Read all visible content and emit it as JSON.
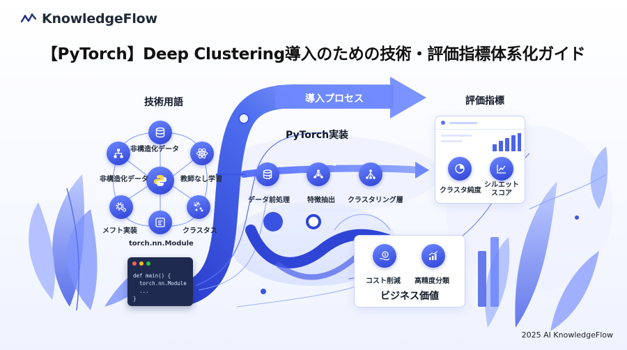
{
  "brand": {
    "name": "KnowledgeFlow",
    "logo_icon": "wave-logo-icon"
  },
  "title": "【PyTorch】Deep Clustering導入のための技術・評価指標体系化ガイド",
  "terms": {
    "heading": "技術用語",
    "hub_icon": "python-icon",
    "nodes": [
      {
        "label": "",
        "icon": "database-icon"
      },
      {
        "label": "非構造化データ",
        "icon": "hierarchy-icon"
      },
      {
        "label": "教師なし学習",
        "icon": "atom-icon"
      },
      {
        "label": "非構造化データ",
        "icon": "python-icon"
      },
      {
        "label": "メフト実装",
        "icon": "gears-icon"
      },
      {
        "label": "クラスタス",
        "icon": "scatter-icon"
      },
      {
        "label": "torch.nn.Module",
        "icon": "code-icon"
      }
    ]
  },
  "code": {
    "lines": [
      "def main() {",
      "  torch.nn.Module",
      "  ...",
      "}"
    ],
    "colors": {
      "red": "#ff5f57",
      "yellow": "#febc2e",
      "green": "#28c840"
    }
  },
  "process": {
    "label": "導入プロセス",
    "arrow_icon": "right-arrow-icon"
  },
  "pytorch": {
    "heading": "PyTorch実装",
    "steps": [
      {
        "label": "データ前処理",
        "icon": "stack-icon"
      },
      {
        "label": "特徴抽出",
        "icon": "network-icon"
      },
      {
        "label": "クラスタリング層",
        "icon": "tree-icon"
      }
    ]
  },
  "metrics": {
    "heading": "評価指標",
    "items": [
      {
        "label": "クラスタ純度",
        "icon": "pie-chart-icon"
      },
      {
        "label": "シルエット\nスコア",
        "icon": "line-chart-icon"
      }
    ]
  },
  "business": {
    "heading": "ビジネス価値",
    "items": [
      {
        "label": "コスト削減",
        "icon": "dollar-hand-icon"
      },
      {
        "label": "高精度分類",
        "icon": "bar-growth-icon"
      }
    ]
  },
  "footer": "2025 AI KnowledgeFlow",
  "colors": {
    "primary": "#3d55e6",
    "light": "#a9b9ff",
    "leaf": "#9cb2ff",
    "text": "#111827"
  }
}
